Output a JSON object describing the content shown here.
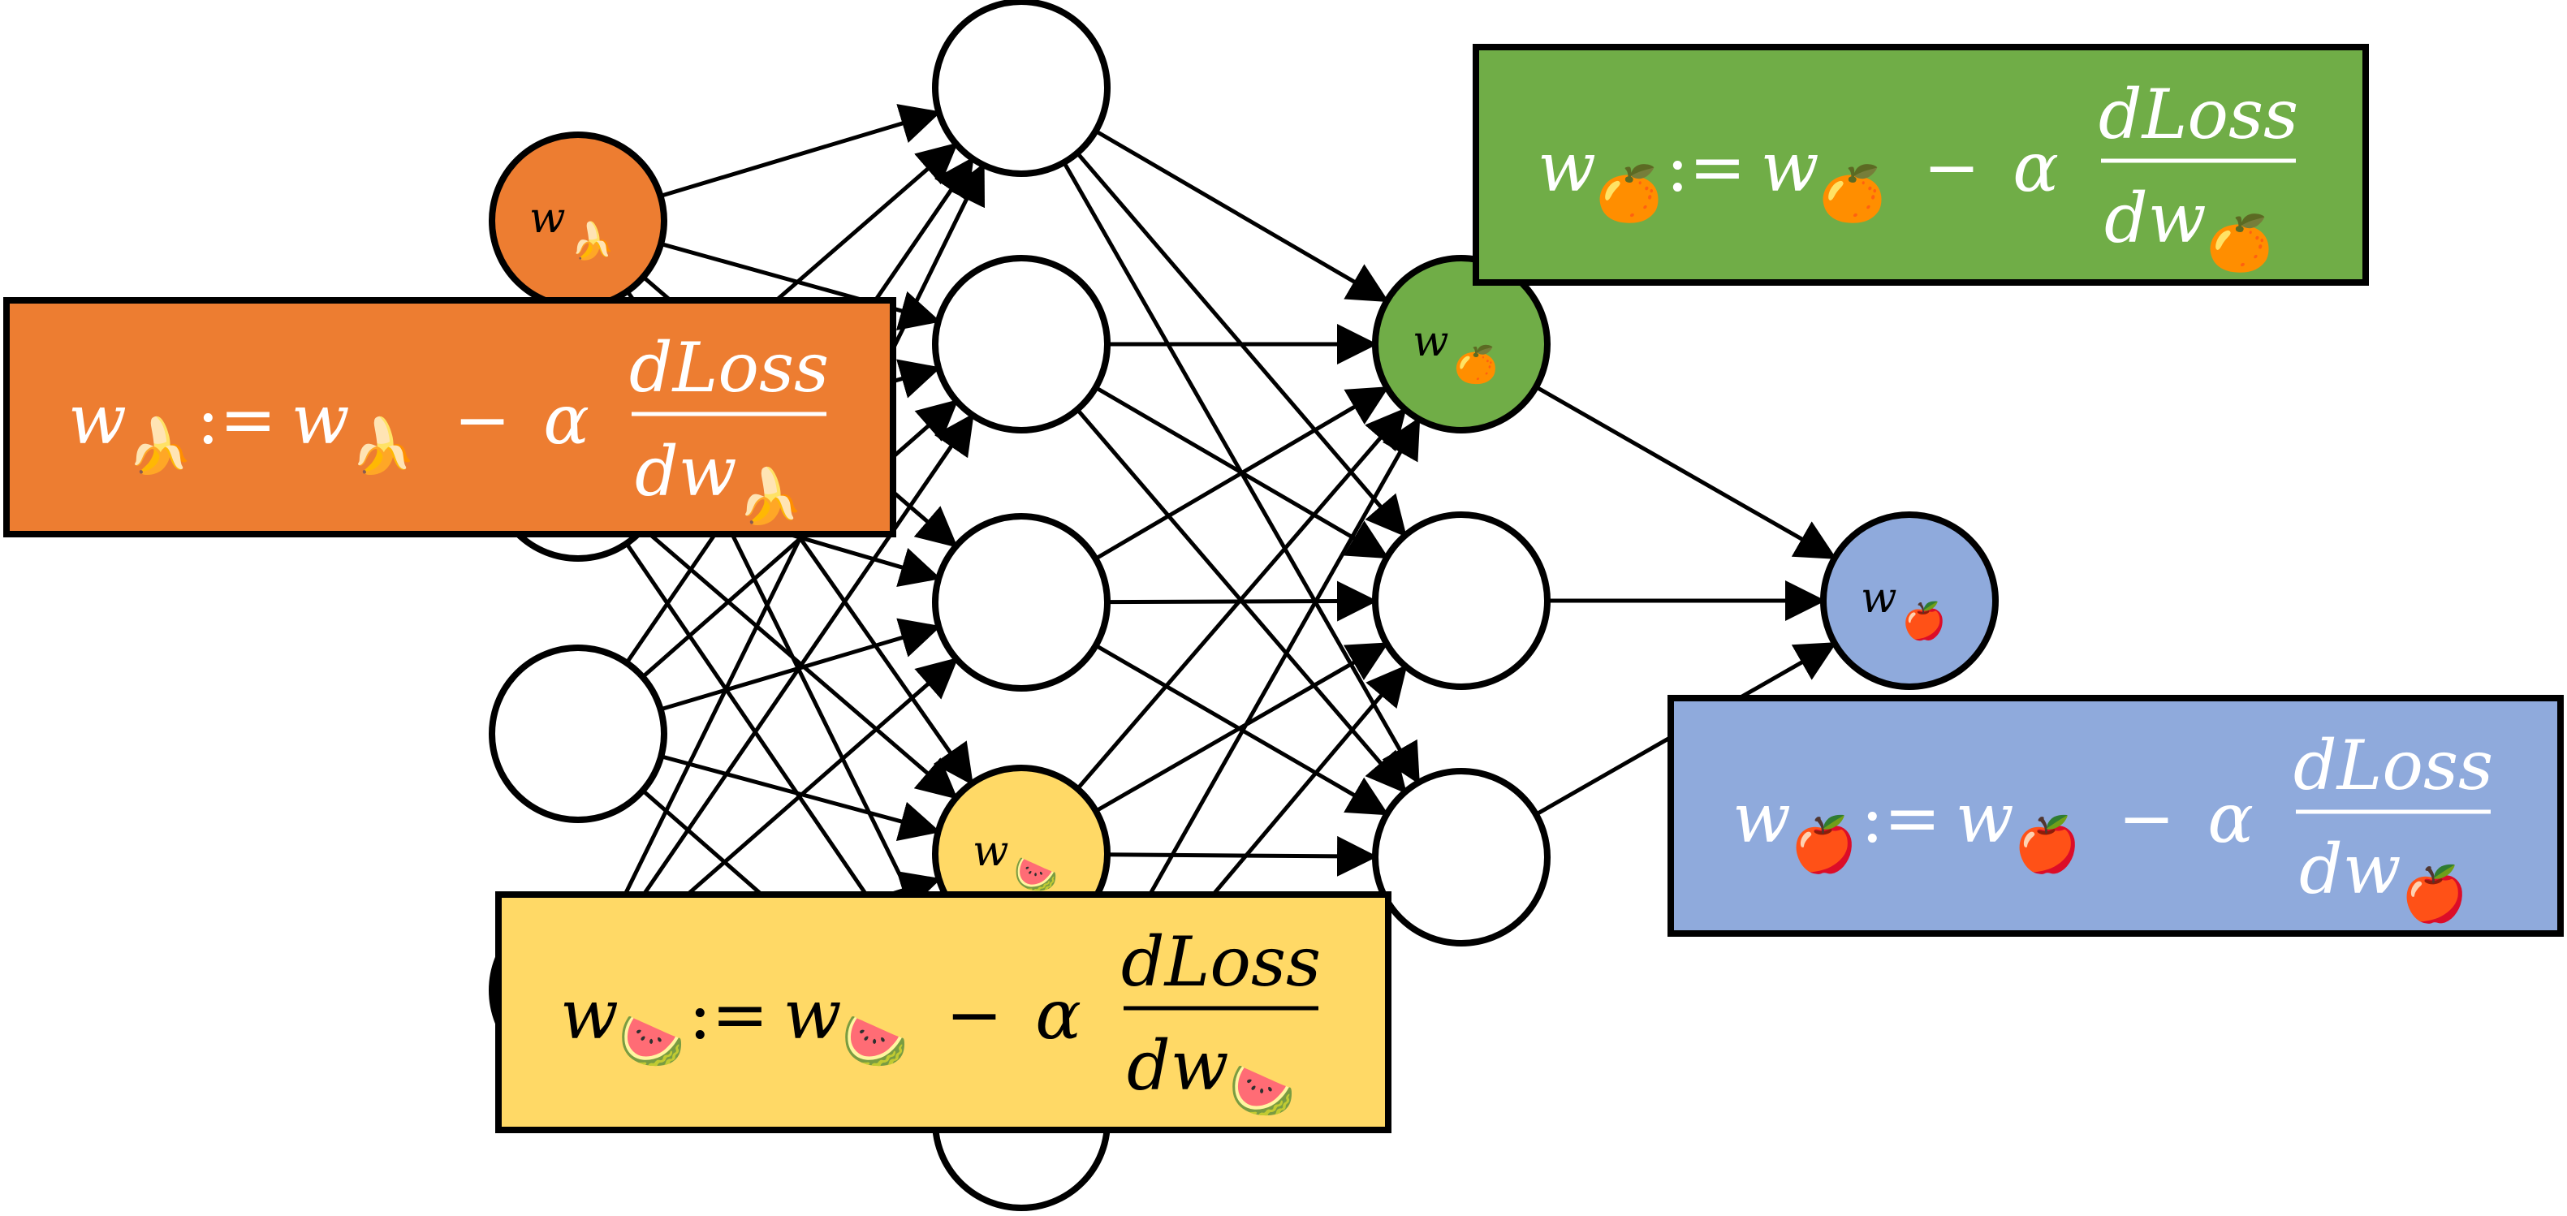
{
  "colors": {
    "orange": "#ED7D31",
    "green": "#70AD47",
    "blue": "#8FAADC",
    "yellow": "#FFD966",
    "node_default": "#FFFFFF",
    "stroke": "#000000",
    "formula_text": "#FFFFFF",
    "formula_text_dark": "#000000"
  },
  "symbols": {
    "weight": "w",
    "assign": ":=",
    "minus": "−",
    "learning_rate": "α",
    "numerator": "dLoss",
    "denominator": "dw"
  },
  "icons": {
    "banana": "banana-icon",
    "orange": "orange-icon",
    "apple": "apple-icon",
    "watermelon": "watermelon-icon"
  },
  "emoji": {
    "banana": "🍌",
    "orange": "🍊",
    "apple": "🍎",
    "watermelon": "🍉"
  },
  "network": {
    "layers": [
      {
        "nodes": [
          {
            "fill": "orange",
            "icon": "banana"
          },
          {},
          {},
          {}
        ]
      },
      {
        "nodes": [
          {},
          {},
          {},
          {
            "fill": "yellow",
            "icon": "watermelon"
          },
          {}
        ]
      },
      {
        "nodes": [
          {
            "fill": "green",
            "icon": "orange"
          },
          {},
          {}
        ]
      },
      {
        "nodes": [
          {
            "fill": "blue",
            "icon": "apple"
          }
        ]
      }
    ]
  },
  "formulas": [
    {
      "fruit": "banana",
      "fill": "orange",
      "text_color": "formula_text"
    },
    {
      "fruit": "orange",
      "fill": "green",
      "text_color": "formula_text"
    },
    {
      "fruit": "apple",
      "fill": "blue",
      "text_color": "formula_text"
    },
    {
      "fruit": "watermelon",
      "fill": "yellow",
      "text_color": "formula_text_dark"
    }
  ]
}
